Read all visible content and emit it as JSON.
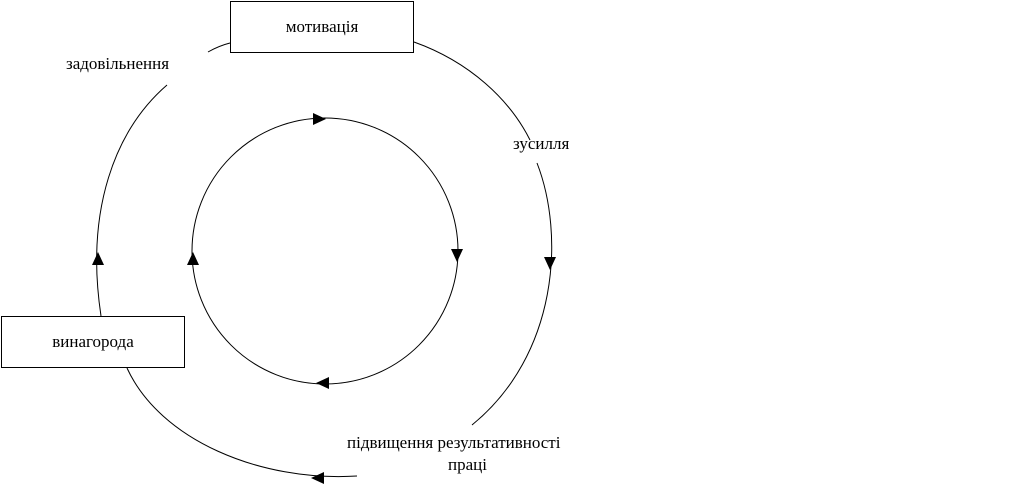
{
  "nodes": {
    "motivation": "мотивація",
    "effort": "зусилля",
    "performance_line1": "підвищення результативності",
    "performance_line2": "праці",
    "reward": "винагорода",
    "satisfaction": "задовільнення"
  }
}
